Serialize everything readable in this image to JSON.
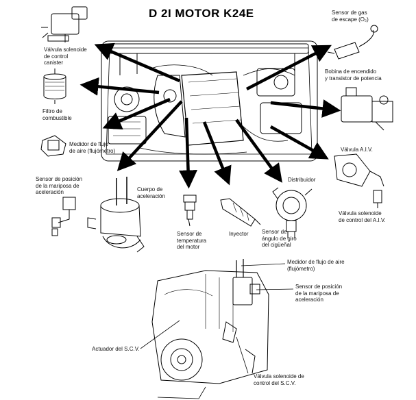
{
  "title": "D 2I MOTOR K24E",
  "labels": {
    "canister": "Válvula solenoide\nde control\ncanister",
    "fuel_filter": "Filtro de\ncombustible",
    "airflow_top": "Medidor de flujo\nde aire (flujómetro)",
    "throttle_left": "Sensor de posición\nde la mariposa de\naceleración",
    "throttle_body": "Cuerpo de\naceleración",
    "temp_sensor": "Sensor de\ntemperatura\ndel motor",
    "injector": "Inyector",
    "crank_sensor": "Sensor de\nángulo de giro\ndel cigüeñal",
    "distributor": "Distribuidor",
    "o2_sensor": "Sensor de gas\nde escape (O₂)",
    "ignition_coil": "Bobina de encendido\ny transistor de potencia",
    "aiv_valve": "Válvula A.I.V.",
    "aiv_solenoid": "Válvula solenoide\nde control del A.I.V.",
    "airflow_bottom": "Medidor de flujo de aire\n(flujómetro)",
    "throttle_bottom": "Sensor de posición\nde la mariposa de\naceleración",
    "scv_actuator": "Actuador del S.C.V.",
    "scv_solenoid": "Válvula solenoide de\ncontrol del S.C.V."
  }
}
